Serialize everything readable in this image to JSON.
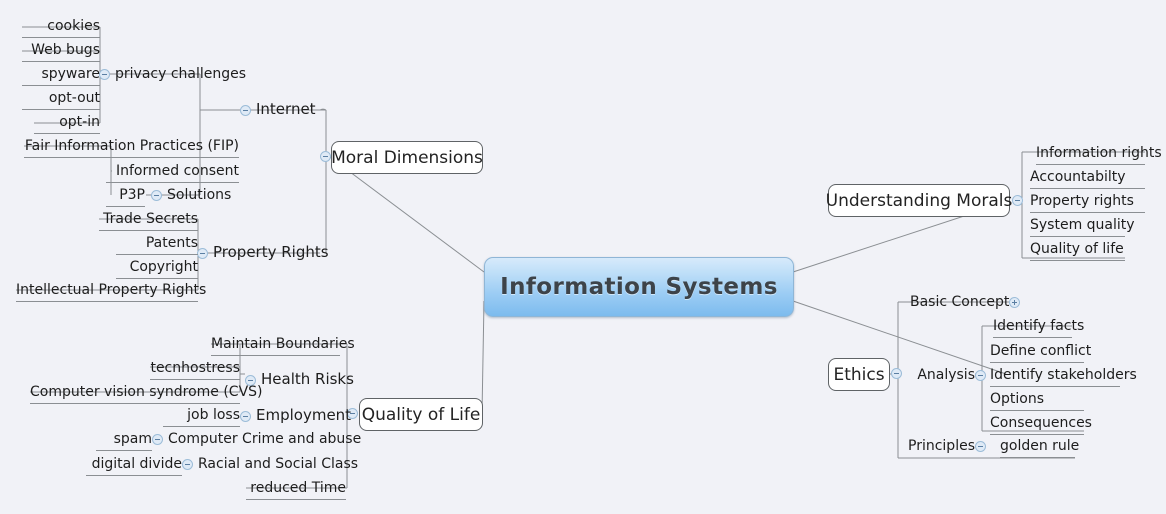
{
  "diagram": {
    "type": "mind-map",
    "background_color": "#f1f2f7",
    "central_node": {
      "label": "Information Systems",
      "gradient_top": "#d7eafb",
      "gradient_bottom": "#7cbbee",
      "text_color": "#3d4349"
    },
    "toggle_icon_color": "#dfeaf6",
    "branch_line_color": "#8b8f93"
  },
  "branches": {
    "moral_dimensions": {
      "label": "Moral Dimensions",
      "toggle": "minus",
      "children": {
        "internet": {
          "label": "Internet",
          "toggle": "minus",
          "children": {
            "privacy_challenges": {
              "label": "privacy challenges",
              "toggle": "minus",
              "items": [
                "cookies",
                "Web bugs",
                "spyware",
                "opt-out",
                "opt-in"
              ]
            },
            "solutions": {
              "label": "Solutions",
              "toggle": "minus",
              "items": [
                "Fair Information Practices (FIP)",
                "Informed consent",
                "P3P"
              ]
            }
          }
        },
        "property_rights": {
          "label": "Property Rights",
          "toggle": "minus",
          "items": [
            "Trade Secrets",
            "Patents",
            "Copyright",
            "Intellectual Property Rights"
          ]
        }
      }
    },
    "quality_of_life": {
      "label": "Quality of Life",
      "toggle": "minus",
      "children": {
        "health_risks": {
          "label": "Health Risks",
          "toggle": "minus",
          "items": [
            "Maintain Boundaries",
            "tecnhostress",
            "Computer vision syndrome (CVS)"
          ]
        },
        "employment": {
          "label": "Employment",
          "toggle": "minus",
          "items": [
            "job loss"
          ]
        },
        "computer_crime": {
          "label": "Computer Crime and abuse",
          "toggle": "minus",
          "items": [
            "spam"
          ]
        },
        "racial_social_class": {
          "label": "Racial and Social Class",
          "toggle": "minus",
          "items": [
            "digital divide"
          ]
        },
        "reduced_time": {
          "label": "reduced Time",
          "toggle": "none",
          "items": []
        }
      }
    },
    "understanding_morals": {
      "label": "Understanding Morals",
      "toggle": "minus",
      "items": [
        "Information rights",
        "Accountabilty",
        "Property rights",
        "System quality",
        "Quality of life"
      ]
    },
    "ethics": {
      "label": "Ethics",
      "toggle": "minus",
      "children": {
        "basic_concepts": {
          "label": "Basic Concepts",
          "toggle": "plus",
          "items": []
        },
        "analysis": {
          "label": "Analysis",
          "toggle": "minus",
          "items": [
            "Identify facts",
            "Define conflict",
            "Identify stakeholders",
            "Options",
            "Consequences"
          ]
        },
        "principles": {
          "label": "Principles",
          "toggle": "minus",
          "items": [
            "golden rule"
          ]
        }
      }
    }
  }
}
